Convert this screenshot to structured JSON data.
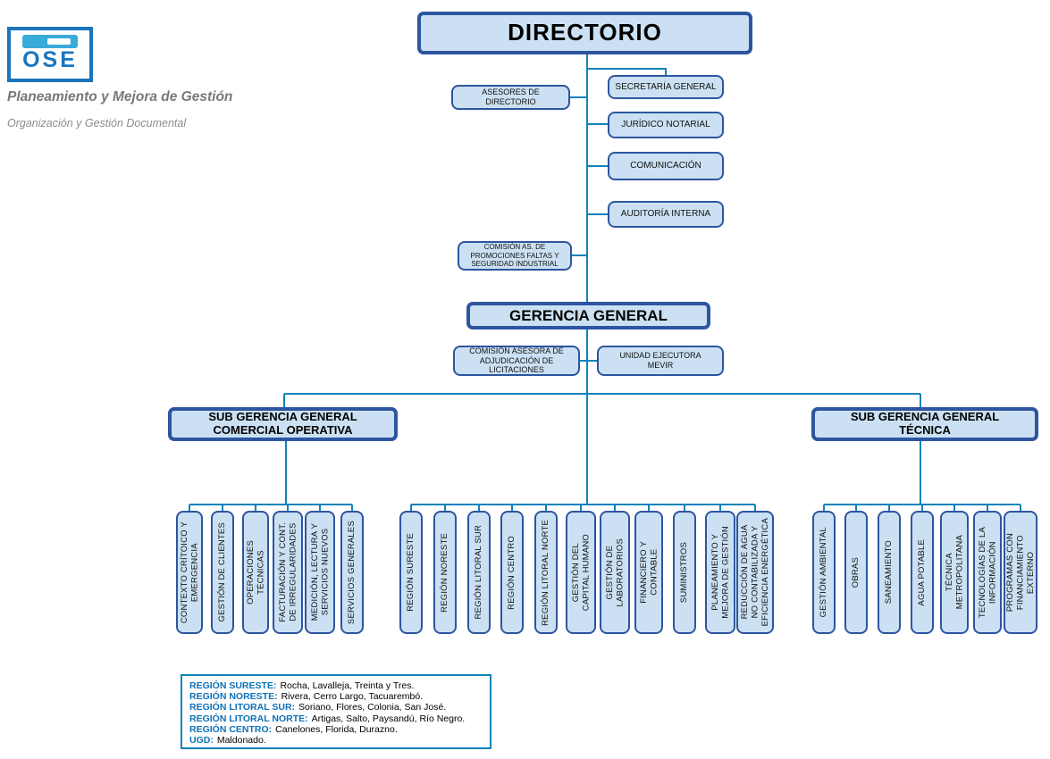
{
  "header": {
    "logo_text": "OSE",
    "title": "Planeamiento y Mejora de Gestión",
    "subtitle": "Organización y Gestión Documental"
  },
  "org": {
    "directorio": "DIRECTORIO",
    "asesores": "ASESORES DE\nDIRECTORIO",
    "staff_right": [
      "SECRETARÍA GENERAL",
      "JURÍDICO NOTARIAL",
      "COMUNICACIÓN",
      "AUDITORÍA INTERNA"
    ],
    "comision_promociones": "COMISIÓN AS. DE\nPROMOCIONES FALTAS Y\nSEGURIDAD INDUSTRIAL",
    "gerencia_general": "GERENCIA GENERAL",
    "comision_licitaciones": "COMISIÓN ASESORA DE\nADJUDICACIÓN DE\nLICITACIONES",
    "unidad_mevir": "UNIDAD EJECUTORA\nMEVIR",
    "sub_comercial": "SUB GERENCIA GENERAL\nCOMERCIAL OPERATIVA",
    "sub_tecnica": "SUB GERENCIA GENERAL\nTÉCNICA",
    "comercial_units": [
      "CONTEXTO CRÍTOICO Y\nEMERGENCIA",
      "GESTIÓN DE CLIENTES",
      "OPERACIONES\nTÉCNICAS",
      "FACTURACIÓN Y CONT.\nDE IRREGULARIDADES",
      "MEDICIÓN, LECTURA Y\nSERVICIOS NUEVOS",
      "SERVICIOS GENERALES"
    ],
    "central_units": [
      "REGIÓN SURESTE",
      "REGIÓN NORESTE",
      "REGIÓN LITORAL SUR",
      "REGIÓN CENTRO",
      "REGIÓN LITORAL NORTE",
      "GESTIÓN DEL\nCAPITAL HUMANO",
      "GESTIÓN DE\nLABORATORIOS",
      "FINANCIERO Y\nCONTABLE",
      "SUMINISTROS",
      "PLANEAMIENTO Y\nMEJORA DE GESTIÓN",
      "REDUCCIÓN DE AGUA\nNO CONTABILIZADA Y\nEFICIENCIA ENERGÉTICA"
    ],
    "tecnica_units": [
      "GESTIÓN AMBIENTAL",
      "OBRAS",
      "SANEAMIENTO",
      "AGUA POTABLE",
      "TÉCNICA\nMETROPOLITANA",
      "TECNOLOGÍAS DE LA\nINFORMACIÓN",
      "PROGRAMAS CON\nFINANCIAMIENTO\nEXTERNO"
    ]
  },
  "legend": {
    "items": [
      {
        "label": "REGIÓN SURESTE:",
        "text": "Rocha, Lavalleja, Treinta y Tres."
      },
      {
        "label": "REGIÓN NORESTE:",
        "text": "Rivera, Cerro Largo, Tacuarembó."
      },
      {
        "label": "REGIÓN LITORAL SUR:",
        "text": "Soriano, Flores, Colonia, San José."
      },
      {
        "label": "REGIÓN LITORAL NORTE:",
        "text": "Artigas, Salto, Paysandú, Río Negro."
      },
      {
        "label": "REGIÓN CENTRO:",
        "text": "Canelones, Florida, Durazno."
      },
      {
        "label": "UGD:",
        "text": "Maldonado."
      }
    ]
  },
  "colors": {
    "accent_blue": "#1b75bc",
    "node_fill": "#cbe1f3",
    "node_border": "#2d55a0",
    "connector_line": "#1183bb",
    "legend_label_blue": "#0d72b9",
    "title_gray": "#77787b"
  }
}
